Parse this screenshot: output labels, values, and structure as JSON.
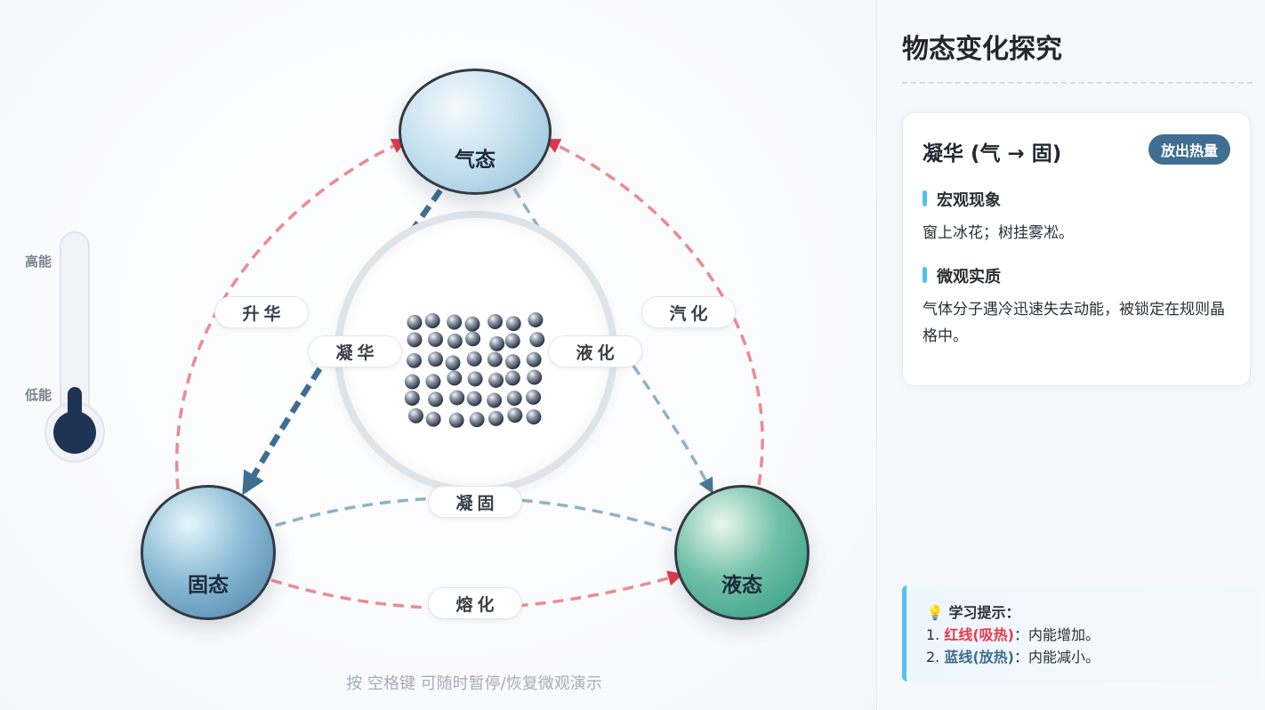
{
  "stage": {
    "states": {
      "gas": "气态",
      "solid": "固态",
      "liquid": "液态"
    },
    "transitions": {
      "sublimation": "升华",
      "deposition": "凝华",
      "liquefaction": "液化",
      "vaporization": "汽化",
      "solidification": "凝固",
      "melting": "熔化"
    },
    "thermometer": {
      "high_label": "高能",
      "low_label": "低能",
      "level": 0.25
    },
    "hint": "按 空格键 可随时暂停/恢复微观演示"
  },
  "panel": {
    "title": "物态变化探究",
    "card": {
      "title": "凝华 (气 → 固)",
      "badge": "放出热量",
      "macro_head": "宏观现象",
      "macro_body": "窗上冰花；树挂雾凇。",
      "micro_head": "微观实质",
      "micro_body": "气体分子遇冷迅速失去动能，被锁定在规则晶格中。"
    },
    "tips": {
      "icon": "lightbulb-icon",
      "title": "💡 学习提示：",
      "line1_prefix": "1. ",
      "line1_tag": "红线(吸热)",
      "line1_text": "：内能增加。",
      "line2_prefix": "2. ",
      "line2_tag": "蓝线(放热)",
      "line2_text": "：内能减小。"
    }
  },
  "colors": {
    "endothermic": "#ec8a90",
    "exothermic": "#8fb2c6",
    "active": "#3f6e90",
    "particle": "#4a5566"
  }
}
